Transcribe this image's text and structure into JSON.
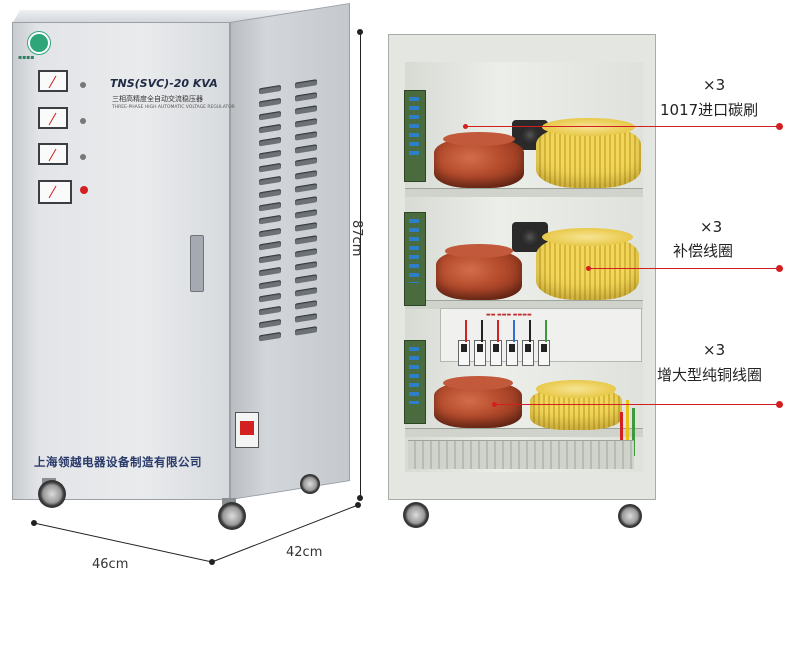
{
  "product": {
    "model": "TNS(SVC)-20 KVA",
    "subtitle_cn": "三相高精度全自动交流稳压器",
    "subtitle_en": "THREE-PHASE HIGH AUTOMATIC VOLTAGE REGULATOR",
    "company": "上海领越电器设备制造有限公司"
  },
  "dimensions": {
    "height": "87cm",
    "width": "46cm",
    "depth": "42cm"
  },
  "callouts": [
    {
      "qty": "×3",
      "label": "1017进口碳刷"
    },
    {
      "qty": "×3",
      "label": "补偿线圈"
    },
    {
      "qty": "×3",
      "label": "增大型纯铜线圈"
    }
  ],
  "colors": {
    "callout": "#d31f1f",
    "cabinet": "#e2e4e7",
    "coil_red": "#b34a2b",
    "coil_yellow": "#f2d75c"
  }
}
